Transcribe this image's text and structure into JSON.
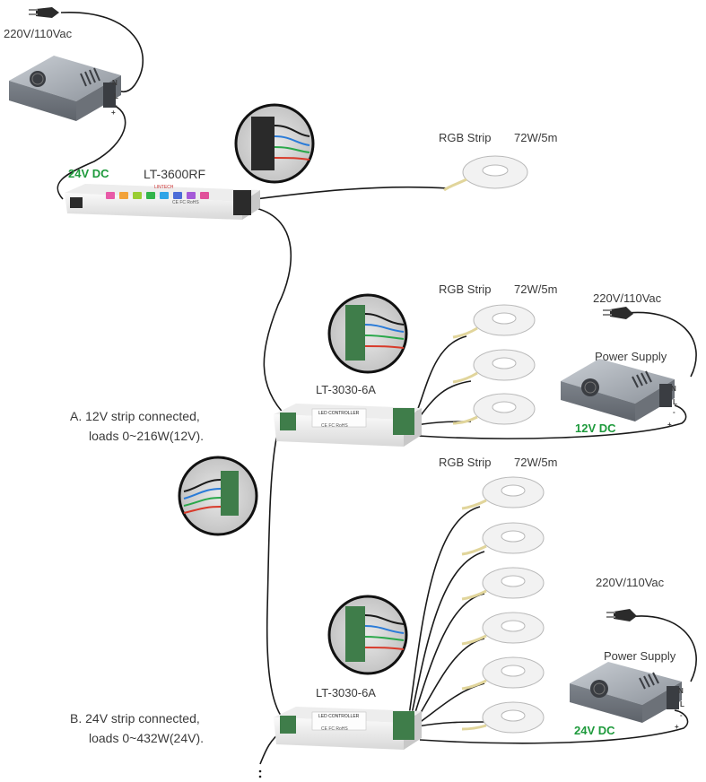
{
  "top": {
    "mains_label": "220V/110Vac",
    "dc_label": "24V DC",
    "controller_label": "LT-3600RF",
    "strip_label": "RGB Strip",
    "strip_power": "72W/5m",
    "terminals": [
      "N",
      "L",
      "-",
      "+"
    ]
  },
  "section_a": {
    "amplifier_label": "LT-3030-6A",
    "strip_label": "RGB Strip",
    "strip_power": "72W/5m",
    "mains_label": "220V/110Vac",
    "psu_label": "Power Supply",
    "dc_label": "12V DC",
    "note_line1": "A. 12V strip connected,",
    "note_line2": "loads 0~216W(12V).",
    "terminals": [
      "N",
      "L",
      "-",
      "+"
    ]
  },
  "section_b": {
    "amplifier_label": "LT-3030-6A",
    "strip_label": "RGB Strip",
    "strip_power": "72W/5m",
    "mains_label": "220V/110Vac",
    "psu_label": "Power Supply",
    "dc_label": "24V DC",
    "note_line1": "B. 24V strip connected,",
    "note_line2": "loads 0~432W(24V).",
    "terminals": [
      "N",
      "L",
      "-",
      "+"
    ]
  },
  "controller_panel_text": "LINTECH",
  "amplifier_panel_text": "LED CONTROLLER",
  "cert_marks": "CE FC RoHS",
  "colors": {
    "wire": "#1a1a1a",
    "green_label": "#1e9a3c",
    "psu_body": "#9aa0a8",
    "strip_white": "#f2f2f2"
  }
}
